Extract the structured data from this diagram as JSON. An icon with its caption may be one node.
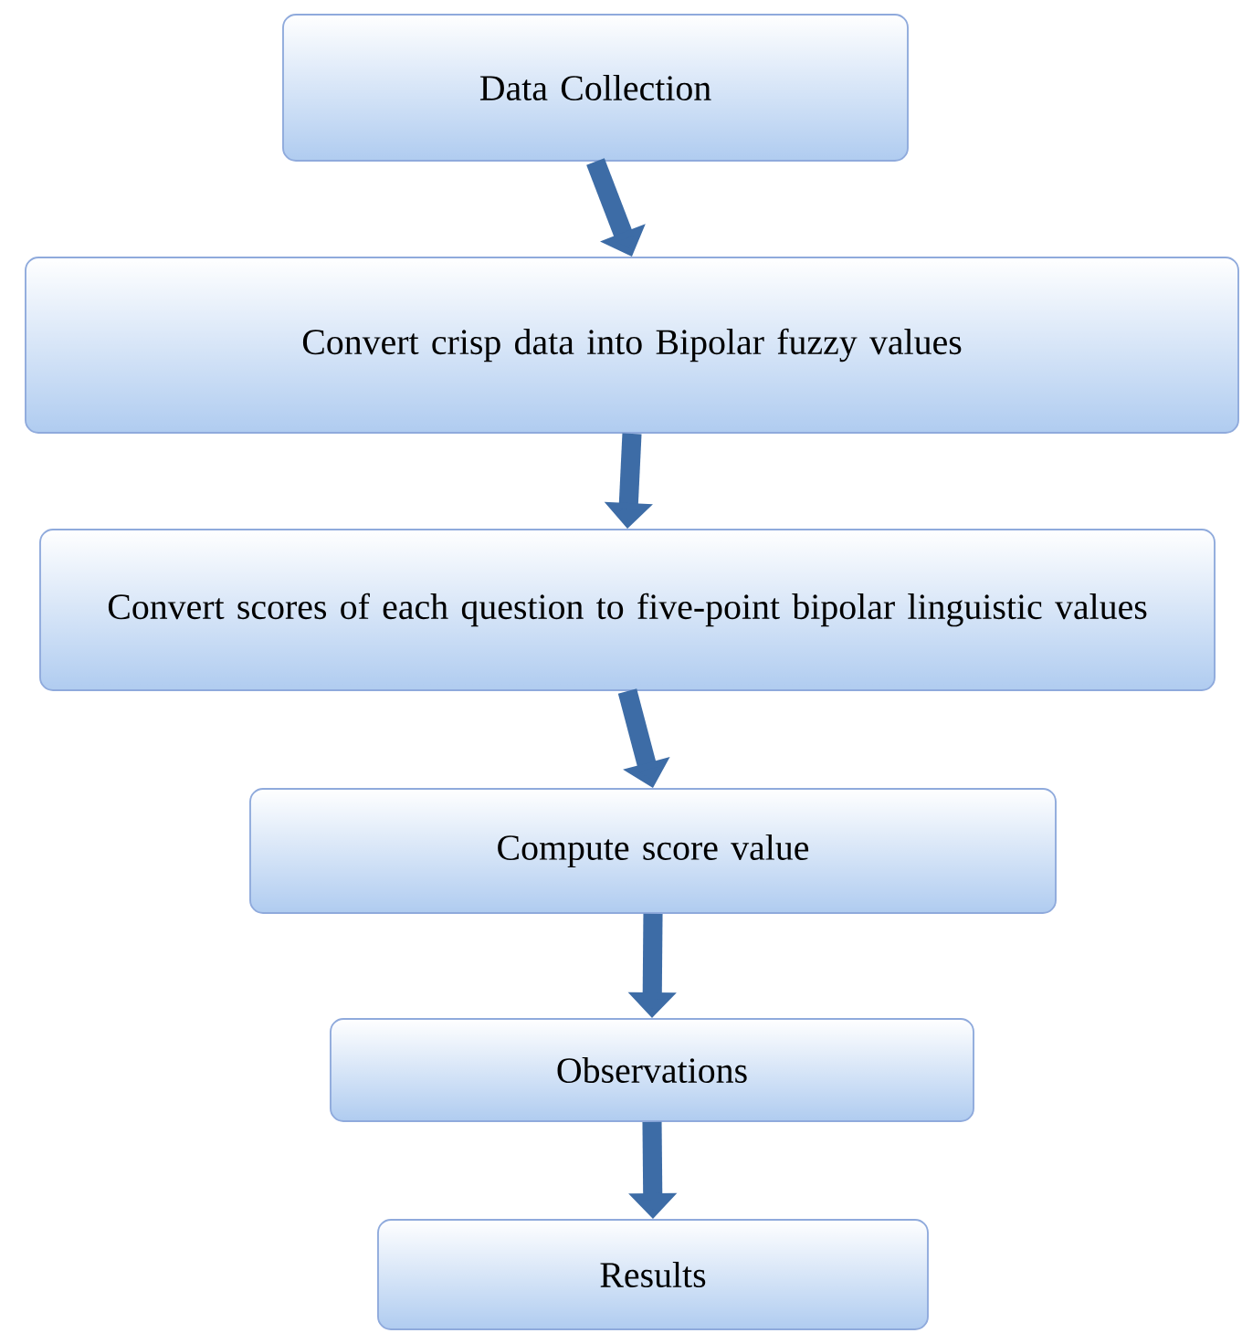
{
  "diagram": {
    "nodes": [
      {
        "text": [
          "Data Collection"
        ]
      },
      {
        "text": [
          "Convert crisp data into Bipolar fuzzy values"
        ]
      },
      {
        "text": [
          "Convert scores of each question to five-point bipolar linguistic values"
        ]
      },
      {
        "text": [
          "Compute score value"
        ]
      },
      {
        "text": [
          "Observations"
        ]
      },
      {
        "text": [
          "Results"
        ]
      }
    ],
    "edges": [
      {
        "from": 0,
        "to": 1,
        "arrow": "to"
      },
      {
        "from": 1,
        "to": 2,
        "arrow": "to"
      },
      {
        "from": 2,
        "to": 3,
        "arrow": "to"
      },
      {
        "from": 3,
        "to": 4,
        "arrow": "to"
      },
      {
        "from": 4,
        "to": 5,
        "arrow": "to"
      }
    ]
  }
}
